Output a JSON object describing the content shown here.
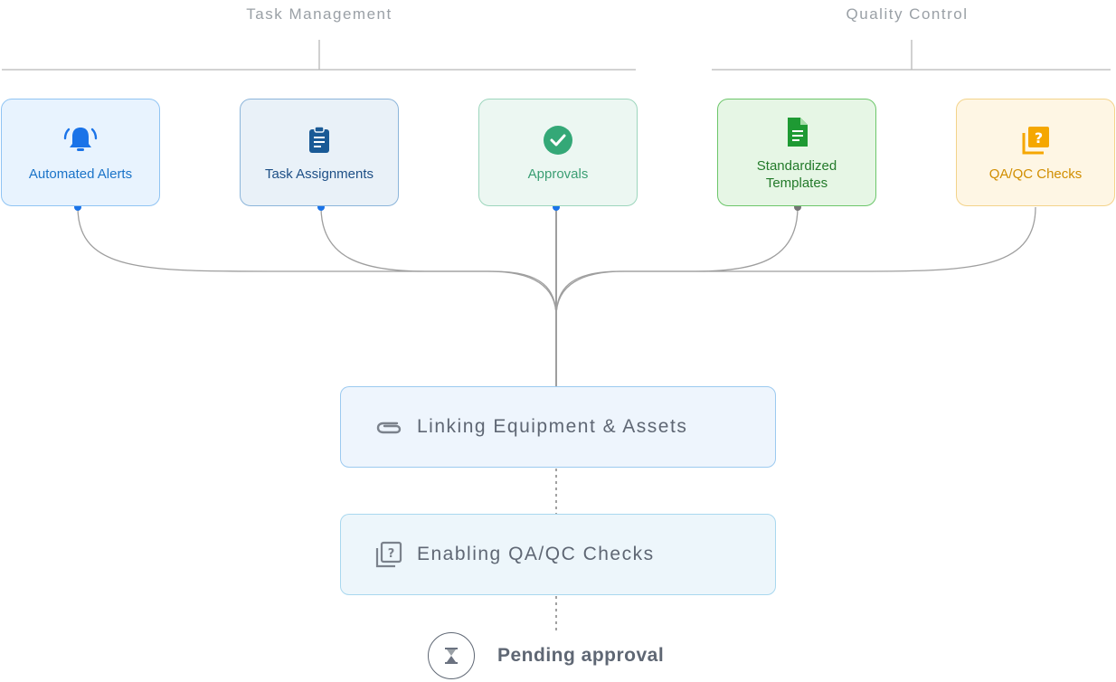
{
  "groups": {
    "task_management": "Task Management",
    "quality_control": "Quality Control"
  },
  "cards": {
    "alerts": {
      "label": "Automated Alerts",
      "icon": "bell-icon",
      "color": "#1a73c8"
    },
    "tasks": {
      "label": "Task Assignments",
      "icon": "clipboard-icon",
      "color": "#1d4f86"
    },
    "approvals": {
      "label": "Approvals",
      "icon": "check-circle-icon",
      "color": "#3a9e73"
    },
    "templates": {
      "label": "Standardized Templates",
      "icon": "document-icon",
      "color": "#237a2a"
    },
    "qaqc": {
      "label": "QA/QC Checks",
      "icon": "question-stack-icon",
      "color": "#d18e00"
    }
  },
  "steps": {
    "linking": {
      "label": "Linking Equipment & Assets",
      "icon": "paperclip-icon"
    },
    "enabling": {
      "label": "Enabling QA/QC Checks",
      "icon": "question-stack-icon"
    }
  },
  "status": {
    "label": "Pending approval",
    "icon": "hourglass-icon"
  },
  "colors": {
    "connector": "#9e9e9e",
    "dot_blue": "#1a73e8",
    "dot_gray": "#757575",
    "text_muted": "#5f6774"
  }
}
